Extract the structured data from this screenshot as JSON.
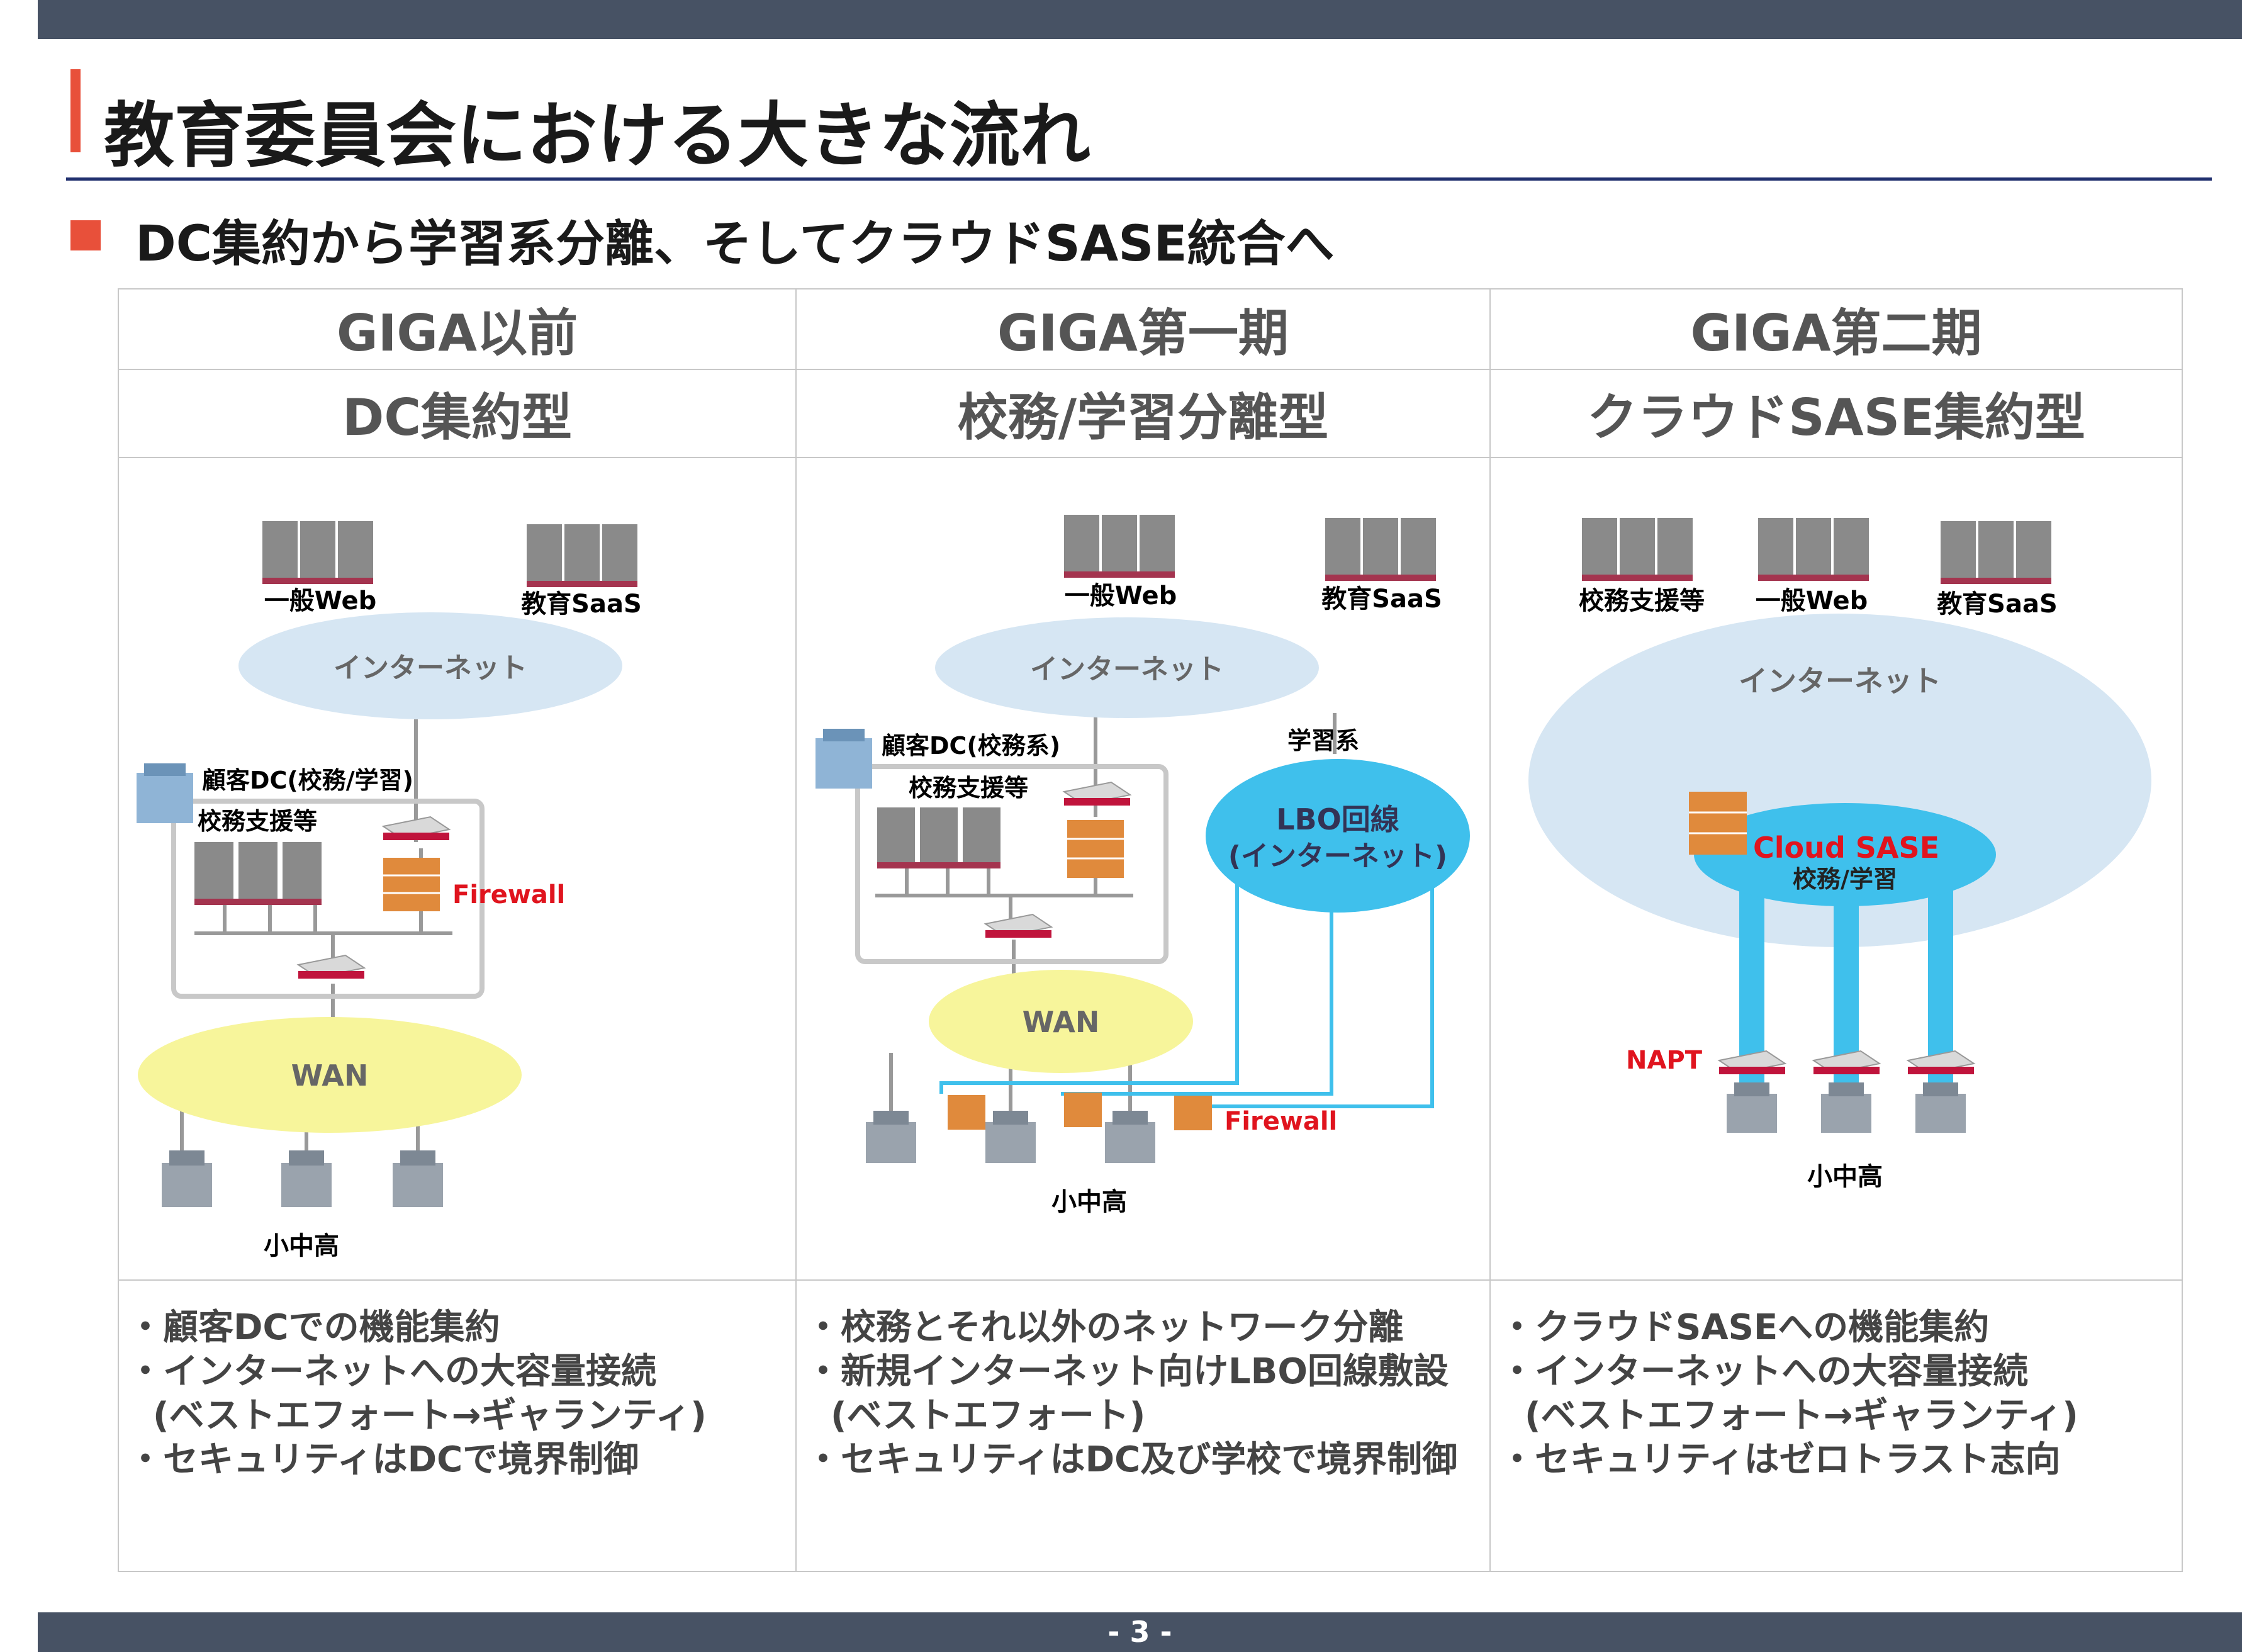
{
  "page": {
    "title": "教育委員会における大きな流れ",
    "subtitle": "DC集約から学習系分離、そしてクラウドSASE統合へ",
    "page_number": "- 3 -"
  },
  "colors": {
    "accent": "#e8503a",
    "bar": "#475264",
    "rule": "#1f2f6e",
    "internet": "#d6e6f3",
    "wan": "#f7f59b",
    "lbo": "#3fc0ec",
    "red_label": "#e0141e"
  },
  "columns": [
    {
      "era": "GIGA以前",
      "model": "DC集約型",
      "labels": {
        "web": "一般Web",
        "saas": "教育SaaS",
        "internet": "インターネット",
        "dc": "顧客DC(校務/学習)",
        "support": "校務支援等",
        "firewall": "Firewall",
        "wan": "WAN",
        "schools": "小中高"
      },
      "notes": [
        {
          "text": "・顧客DCでの機能集約",
          "indent": false
        },
        {
          "text": "・インターネットへの大容量接続",
          "indent": false
        },
        {
          "text": "(ベストエフォート→ギャランティ)",
          "indent": true
        },
        {
          "text": "・セキュリティはDCで境界制御",
          "indent": false
        }
      ]
    },
    {
      "era": "GIGA第一期",
      "model": "校務/学習分離型",
      "labels": {
        "web": "一般Web",
        "saas": "教育SaaS",
        "internet": "インターネット",
        "dc": "顧客DC(校務系)",
        "support": "校務支援等",
        "learning": "学習系",
        "lbo_title": "LBO回線",
        "lbo_sub": "(インターネット)",
        "wan": "WAN",
        "firewall": "Firewall",
        "schools": "小中高"
      },
      "notes": [
        {
          "text": "・校務とそれ以外のネットワーク分離",
          "indent": false
        },
        {
          "text": "・新規インターネット向けLBO回線敷設",
          "indent": false
        },
        {
          "text": "(ベストエフォート)",
          "indent": true
        },
        {
          "text": "・セキュリティはDC及び学校で境界制御",
          "indent": false
        }
      ]
    },
    {
      "era": "GIGA第二期",
      "model": "クラウドSASE集約型",
      "labels": {
        "support": "校務支援等",
        "web": "一般Web",
        "saas": "教育SaaS",
        "internet": "インターネット",
        "cloud_sase": "Cloud SASE",
        "cloud_sub": "校務/学習",
        "napt": "NAPT",
        "schools": "小中高"
      },
      "notes": [
        {
          "text": "・クラウドSASEへの機能集約",
          "indent": false
        },
        {
          "text": "・インターネットへの大容量接続",
          "indent": false
        },
        {
          "text": "(ベストエフォート→ギャランティ)",
          "indent": true
        },
        {
          "text": "・セキュリティはゼロトラスト志向",
          "indent": false
        }
      ]
    }
  ]
}
